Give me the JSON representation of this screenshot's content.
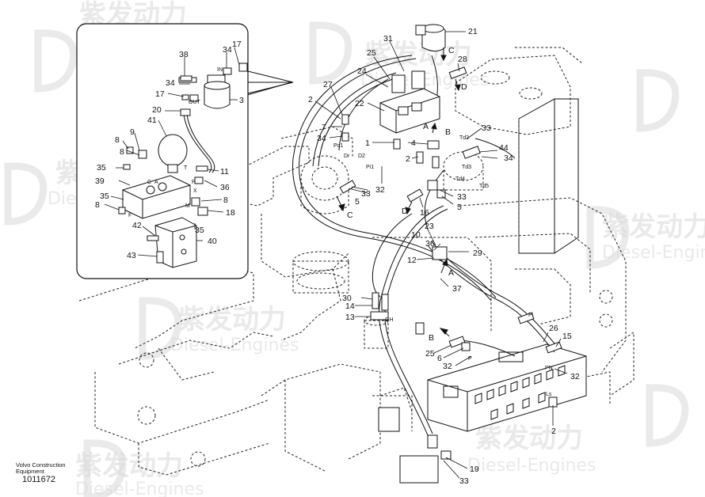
{
  "watermark": {
    "cn": "紫发动力",
    "en": "Diesel-Engines"
  },
  "caption": {
    "line1": "Volvo Construction",
    "line2": "Equipment",
    "doc_number": "1011672"
  },
  "inset_labels": {
    "n38": "38",
    "n34a": "34",
    "n17a": "17",
    "n34b": "34",
    "n17b": "17",
    "n3": "3",
    "n20": "20",
    "n41": "41",
    "n9": "9",
    "n8a": "8",
    "n8b": "8",
    "n35a": "35",
    "n11": "11",
    "n36": "36",
    "n39": "39",
    "n8c": "8",
    "n8d": "8",
    "n35b": "35",
    "n18": "18",
    "n42": "42",
    "n35c": "35",
    "n40": "40",
    "n43": "43",
    "port_in": "IN",
    "port_out": "OUT",
    "port_t": "T",
    "port_a": "A",
    "port_p": "P",
    "port_x": "X",
    "port_m": "M",
    "port_f": "F",
    "port_c": "C"
  },
  "main_labels": {
    "n21": "21",
    "n31": "31",
    "n25a": "25",
    "n24": "24",
    "n28": "28",
    "n27": "27",
    "n2a": "2",
    "n22": "22",
    "n7": "7",
    "n34c": "34",
    "n1": "1",
    "n33a": "33",
    "n44": "44",
    "n34d": "34",
    "n4": "4",
    "n2b": "2",
    "n32a": "32",
    "n33b": "33",
    "n5a": "5",
    "n33c": "33",
    "n5b": "5",
    "n16": "16",
    "n23": "23",
    "n10": "10",
    "n36b": "36",
    "n29": "29",
    "n12": "12",
    "n37": "37",
    "n30": "30",
    "n14": "14",
    "n13": "13",
    "n26": "26",
    "n15": "15",
    "n25b": "25",
    "n6": "6",
    "n32b": "32",
    "n32c": "32",
    "n2c": "2",
    "n19": "19",
    "n33d": "33",
    "arrow_c1": "C",
    "arrow_d1": "D",
    "arrow_c2": "C",
    "arrow_d2": "D",
    "arrow_b1": "B",
    "arrow_b2": "B",
    "arrow_a1": "A",
    "arrow_a2": "A",
    "port_pd1": "Pd1",
    "port_dr": "Dr",
    "port_d2": "D2",
    "port_pi1": "Pi1",
    "port_td2": "Td2",
    "port_td3": "Td3",
    "port_td4": "Td4",
    "port_td5": "Td5",
    "port_pi": "Pi",
    "port_gh": "GH",
    "port_pn": "PN",
    "port_ls": "Ls",
    "port_p2": "P"
  }
}
